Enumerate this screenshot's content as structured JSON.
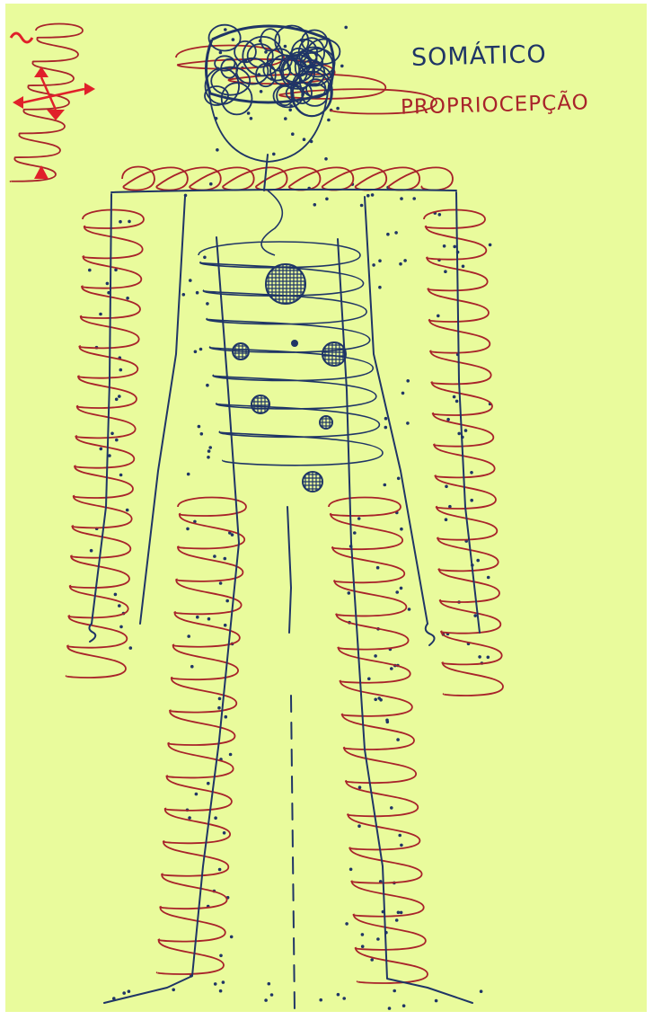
{
  "labels": {
    "somatic": "SOMÁTICO",
    "proprioception": "PROPRIOCEPÇÃO"
  },
  "colors": {
    "paper": "#e9fb9c",
    "ink_blue": "#1f3566",
    "ink_red": "#a8232a",
    "marker_red": "#e0202a"
  },
  "icons": [
    "tangled-scribble-head",
    "movement-arrows-icon",
    "spiral-coil",
    "stippled-dots",
    "hatched-organ-circle"
  ]
}
